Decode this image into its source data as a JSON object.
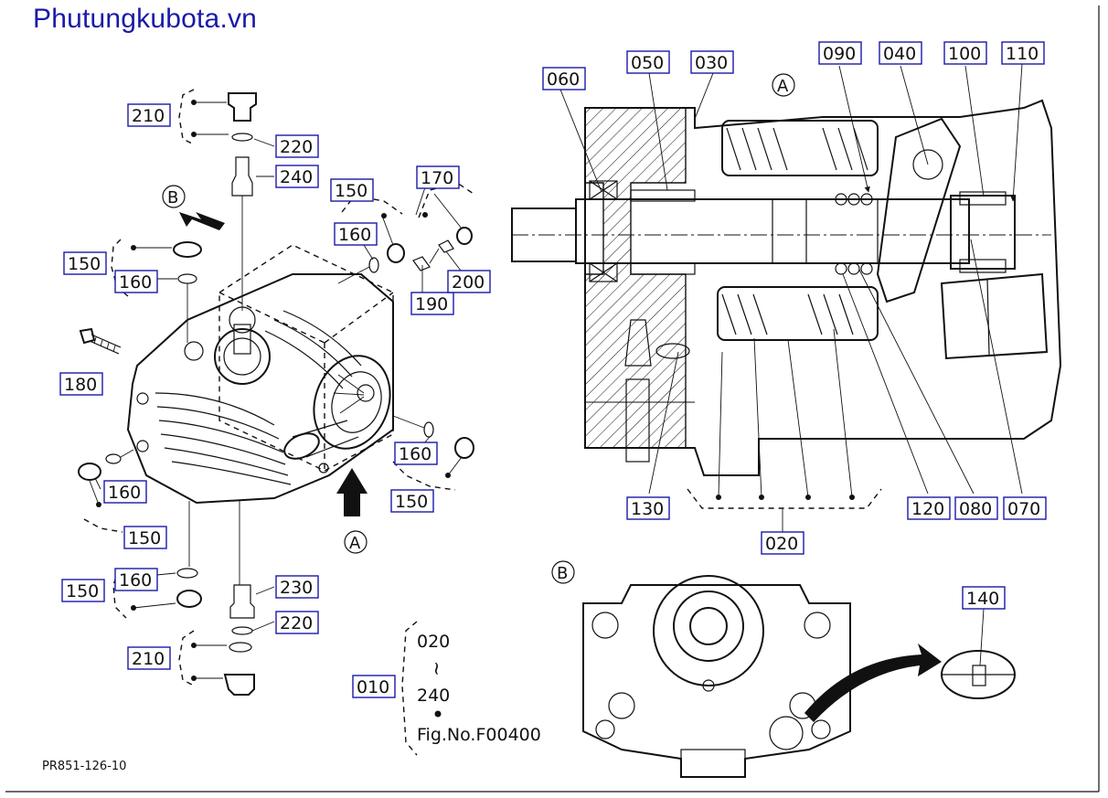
{
  "watermark": "Phutungkubota.vn",
  "callouts": {
    "c010": "010",
    "c020a": "020",
    "c020b": "020",
    "c030": "030",
    "c040": "040",
    "c050": "050",
    "c060": "060",
    "c070": "070",
    "c080": "080",
    "c090": "090",
    "c100": "100",
    "c110": "110",
    "c120": "120",
    "c130": "130",
    "c140": "140",
    "c150a": "150",
    "c150b": "150",
    "c150c": "150",
    "c150d": "150",
    "c150e": "150",
    "c160a": "160",
    "c160b": "160",
    "c160c": "160",
    "c160d": "160",
    "c160e": "160",
    "c170": "170",
    "c180": "180",
    "c190": "190",
    "c200": "200",
    "c210a": "210",
    "c210b": "210",
    "c220a": "220",
    "c220b": "220",
    "c230": "230",
    "c240a": "240",
    "c240b": "240"
  },
  "view_markers": {
    "a1": "A",
    "a2": "A",
    "b1": "B",
    "b2": "B"
  },
  "range_tilde": "~",
  "figure_number": "Fig.No.F00400",
  "drawing_code": "PR851-126-10",
  "colors": {
    "watermark": "#1a1aa8",
    "callout_border": "#1a1aa8",
    "line": "#111111"
  }
}
